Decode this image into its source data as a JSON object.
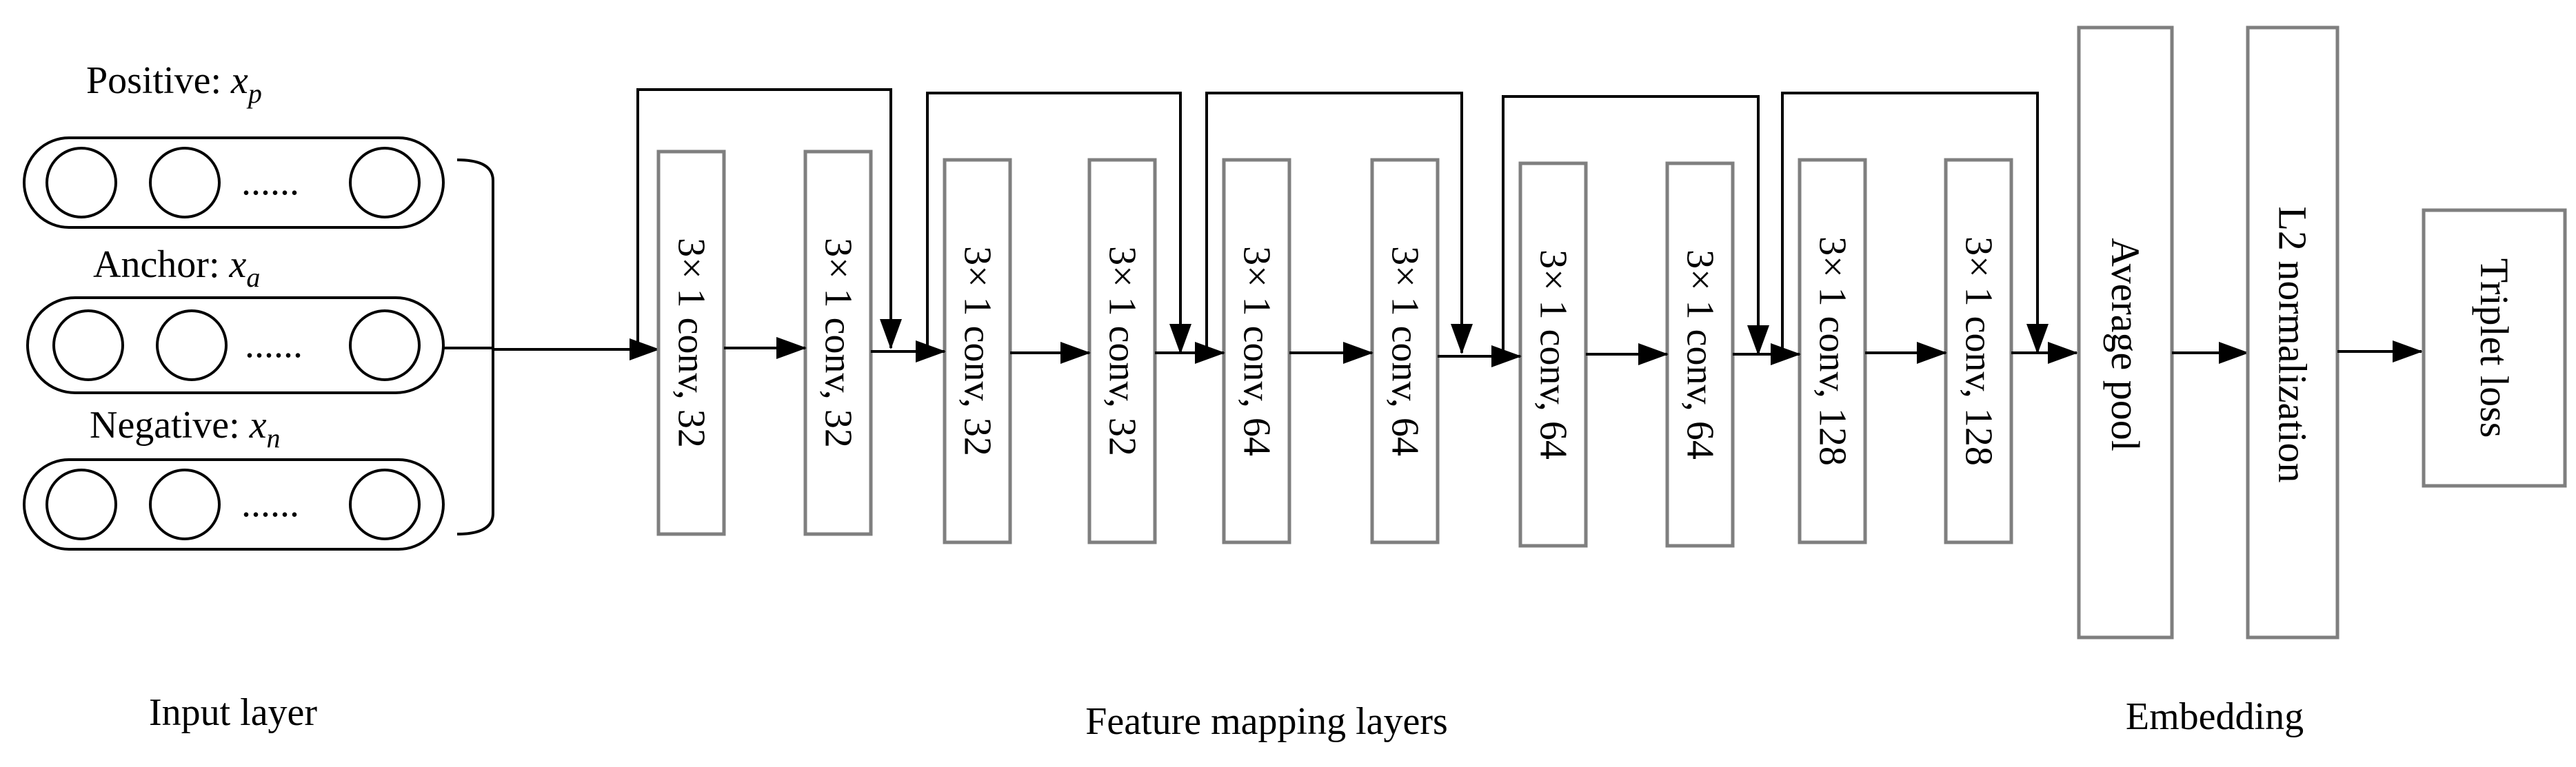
{
  "inputs": [
    {
      "label": "Positive: ",
      "var": "x",
      "sub": "p"
    },
    {
      "label": "Anchor: ",
      "var": "x",
      "sub": "a"
    },
    {
      "label": "Negative: ",
      "var": "x",
      "sub": "n"
    }
  ],
  "dots": "......",
  "conv_layers": [
    "3× 1 conv, 32",
    "3× 1 conv, 32",
    "3× 1 conv, 32",
    "3× 1 conv, 32",
    "3× 1 conv, 64",
    "3× 1 conv, 64",
    "3× 1 conv, 64",
    "3× 1 conv, 64",
    "3× 1 conv, 128",
    "3× 1 conv, 128"
  ],
  "average_pool": "Average pool",
  "l2_normalization": "L2 normalization",
  "triplet_loss": "Triplet loss",
  "captions": {
    "input_layer": "Input layer",
    "feature_mapping": "Feature mapping layers",
    "embedding": "Embedding"
  }
}
